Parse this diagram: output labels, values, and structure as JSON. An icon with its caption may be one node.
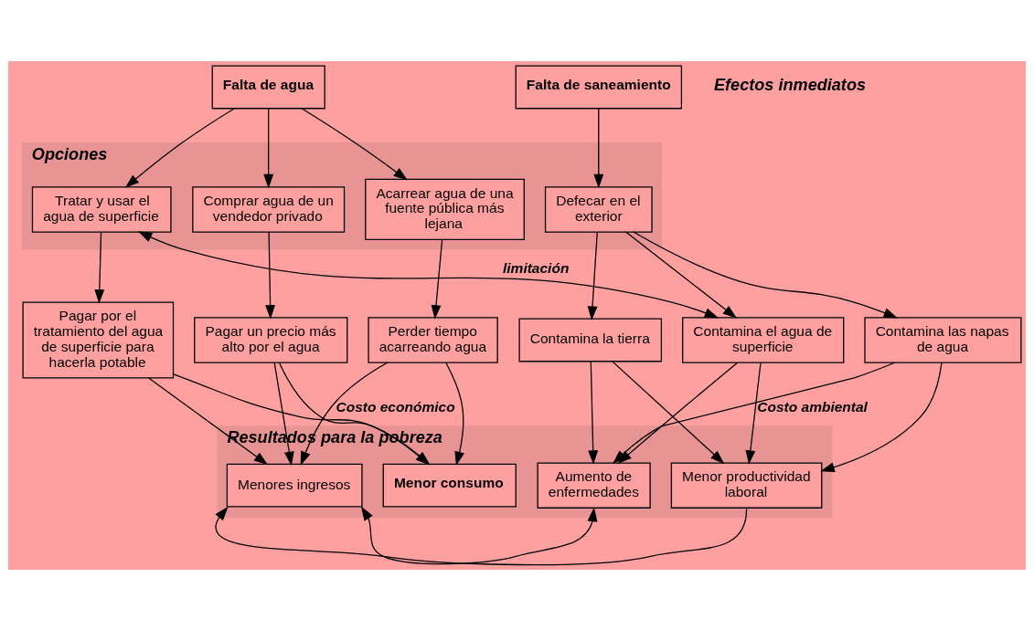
{
  "diagram": {
    "nodes": [
      {
        "text": [
          "Falta de agua"
        ]
      },
      {
        "text": [
          "Falta de saneamiento"
        ]
      },
      {
        "text": [
          "Opciones"
        ]
      },
      {
        "text": [
          "Comprar agua de un vendedor privado"
        ],
        "in": 2
      },
      {
        "text": [
          "Acarrear agua de una fuente pública más lejana"
        ],
        "in": 2
      },
      {
        "text": [
          "Tratar y usar el agua de superficie"
        ],
        "in": 2
      },
      {
        "text": [
          "Defecar en el exterior"
        ],
        "in": 2
      },
      {
        "text": [
          "Pagar un precio más alto por el agua"
        ]
      },
      {
        "text": [
          "Perder tiempo acarreando agua"
        ]
      },
      {
        "text": [
          "Pagar por el tratamiento del agua de superficie para hacerla potable"
        ]
      },
      {
        "text": [
          "Contamina el agua de superficie"
        ]
      },
      {
        "text": [
          "Contamina las napas de agua"
        ]
      },
      {
        "text": [
          "Contamina la tierra"
        ]
      },
      {
        "text": [
          "Resultados para la pobreza"
        ]
      },
      {
        "text": [
          "Menores ingresos"
        ],
        "in": 13
      },
      {
        "text": [
          "Menor consumo"
        ],
        "in": 13
      },
      {
        "text": [
          "Aumento de enfermedades"
        ],
        "in": 13
      },
      {
        "text": [
          "Menor productividad laboral"
        ],
        "in": 13
      }
    ],
    "edges": [
      {
        "from": 0,
        "to": 3,
        "arrow": "to"
      },
      {
        "from": 0,
        "to": 4,
        "arrow": "to"
      },
      {
        "from": 0,
        "to": 5,
        "arrow": "to"
      },
      {
        "from": 1,
        "to": 6,
        "arrow": "to"
      },
      {
        "from": 3,
        "to": 7,
        "arrow": "to"
      },
      {
        "from": 4,
        "to": 8,
        "arrow": "to"
      },
      {
        "from": 5,
        "to": 9,
        "arrow": "to"
      },
      {
        "from": 6,
        "to": 10,
        "arrow": "to"
      },
      {
        "from": 6,
        "to": 11,
        "arrow": "to"
      },
      {
        "from": 6,
        "to": 12,
        "arrow": "to"
      },
      {
        "from": 10,
        "to": 5,
        "label": "limitación",
        "arrow": "both"
      },
      {
        "from": 7,
        "to": 14,
        "arrow": "to"
      },
      {
        "from": 7,
        "to": 15,
        "arrow": "to"
      },
      {
        "from": 8,
        "to": 14,
        "label": "Costo económico",
        "arrow": "to"
      },
      {
        "from": 8,
        "to": 15,
        "arrow": "to"
      },
      {
        "from": 9,
        "to": 14,
        "arrow": "to"
      },
      {
        "from": 9,
        "to": 15,
        "arrow": "to"
      },
      {
        "from": 10,
        "to": 16,
        "arrow": "to"
      },
      {
        "from": 10,
        "to": 17,
        "arrow": "to"
      },
      {
        "from": 11,
        "to": 16,
        "label": "Costo ambiental",
        "arrow": "to"
      },
      {
        "from": 11,
        "to": 17,
        "arrow": "to"
      },
      {
        "from": 12,
        "to": 16,
        "arrow": "to"
      },
      {
        "from": 12,
        "to": 17,
        "arrow": "to"
      },
      {
        "from": 17,
        "to": 14,
        "arrow": "to"
      },
      {
        "from": 14,
        "to": 16,
        "arrow": "both"
      }
    ],
    "labels": [
      "Efectos inmediatos"
    ]
  }
}
